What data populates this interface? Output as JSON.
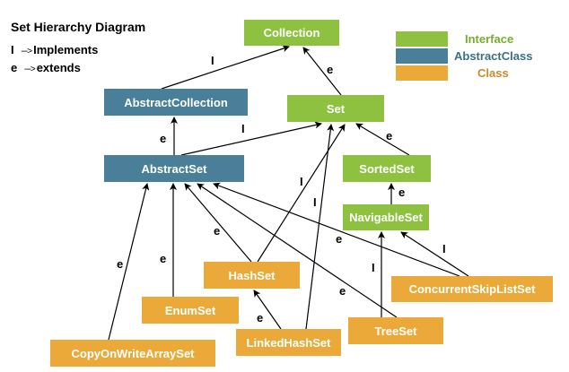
{
  "title": "Set Hierarchy Diagram",
  "notation": [
    {
      "symbol": "I",
      "arrow": "--->",
      "meaning": "Implements"
    },
    {
      "symbol": "e",
      "arrow": "--->",
      "meaning": "extends"
    }
  ],
  "key": [
    {
      "label": "Interface",
      "kind": "interface",
      "color": "#8dc13f",
      "text_color": "#7aab2e"
    },
    {
      "label": "AbstractClass",
      "kind": "abstract",
      "color": "#4a7f99",
      "text_color": "#3b6f87"
    },
    {
      "label": "Class",
      "kind": "class",
      "color": "#eba93a",
      "text_color": "#c98a2a"
    }
  ],
  "nodes": {
    "collection": {
      "label": "Collection",
      "kind": "interface"
    },
    "abstract_collection": {
      "label": "AbstractCollection",
      "kind": "abstract"
    },
    "set": {
      "label": "Set",
      "kind": "interface"
    },
    "abstract_set": {
      "label": "AbstractSet",
      "kind": "abstract"
    },
    "sorted_set": {
      "label": "SortedSet",
      "kind": "interface"
    },
    "navigable_set": {
      "label": "NavigableSet",
      "kind": "interface"
    },
    "hash_set": {
      "label": "HashSet",
      "kind": "class"
    },
    "concurrent_skip_list_set": {
      "label": "ConcurrentSkipListSet",
      "kind": "class"
    },
    "enum_set": {
      "label": "EnumSet",
      "kind": "class"
    },
    "tree_set": {
      "label": "TreeSet",
      "kind": "class"
    },
    "linked_hash_set": {
      "label": "LinkedHashSet",
      "kind": "class"
    },
    "copy_on_write_array_set": {
      "label": "CopyOnWriteArraySet",
      "kind": "class"
    }
  },
  "edges": [
    {
      "from": "abstract_collection",
      "to": "collection",
      "label": "I"
    },
    {
      "from": "set",
      "to": "collection",
      "label": "e"
    },
    {
      "from": "abstract_set",
      "to": "abstract_collection",
      "label": "e"
    },
    {
      "from": "abstract_set",
      "to": "set",
      "label": "I"
    },
    {
      "from": "sorted_set",
      "to": "set",
      "label": "e"
    },
    {
      "from": "navigable_set",
      "to": "sorted_set",
      "label": "e"
    },
    {
      "from": "hash_set",
      "to": "set",
      "label": "I"
    },
    {
      "from": "linked_hash_set",
      "to": "set",
      "label": "I"
    },
    {
      "from": "copy_on_write_array_set",
      "to": "abstract_set",
      "label": "e"
    },
    {
      "from": "enum_set",
      "to": "abstract_set",
      "label": "e"
    },
    {
      "from": "hash_set",
      "to": "abstract_set",
      "label": "e"
    },
    {
      "from": "tree_set",
      "to": "abstract_set",
      "label": "e"
    },
    {
      "from": "concurrent_skip_list_set",
      "to": "abstract_set",
      "label": "e"
    },
    {
      "from": "linked_hash_set",
      "to": "hash_set",
      "label": "e"
    },
    {
      "from": "tree_set",
      "to": "navigable_set",
      "label": "I"
    },
    {
      "from": "concurrent_skip_list_set",
      "to": "navigable_set",
      "label": "I"
    }
  ]
}
